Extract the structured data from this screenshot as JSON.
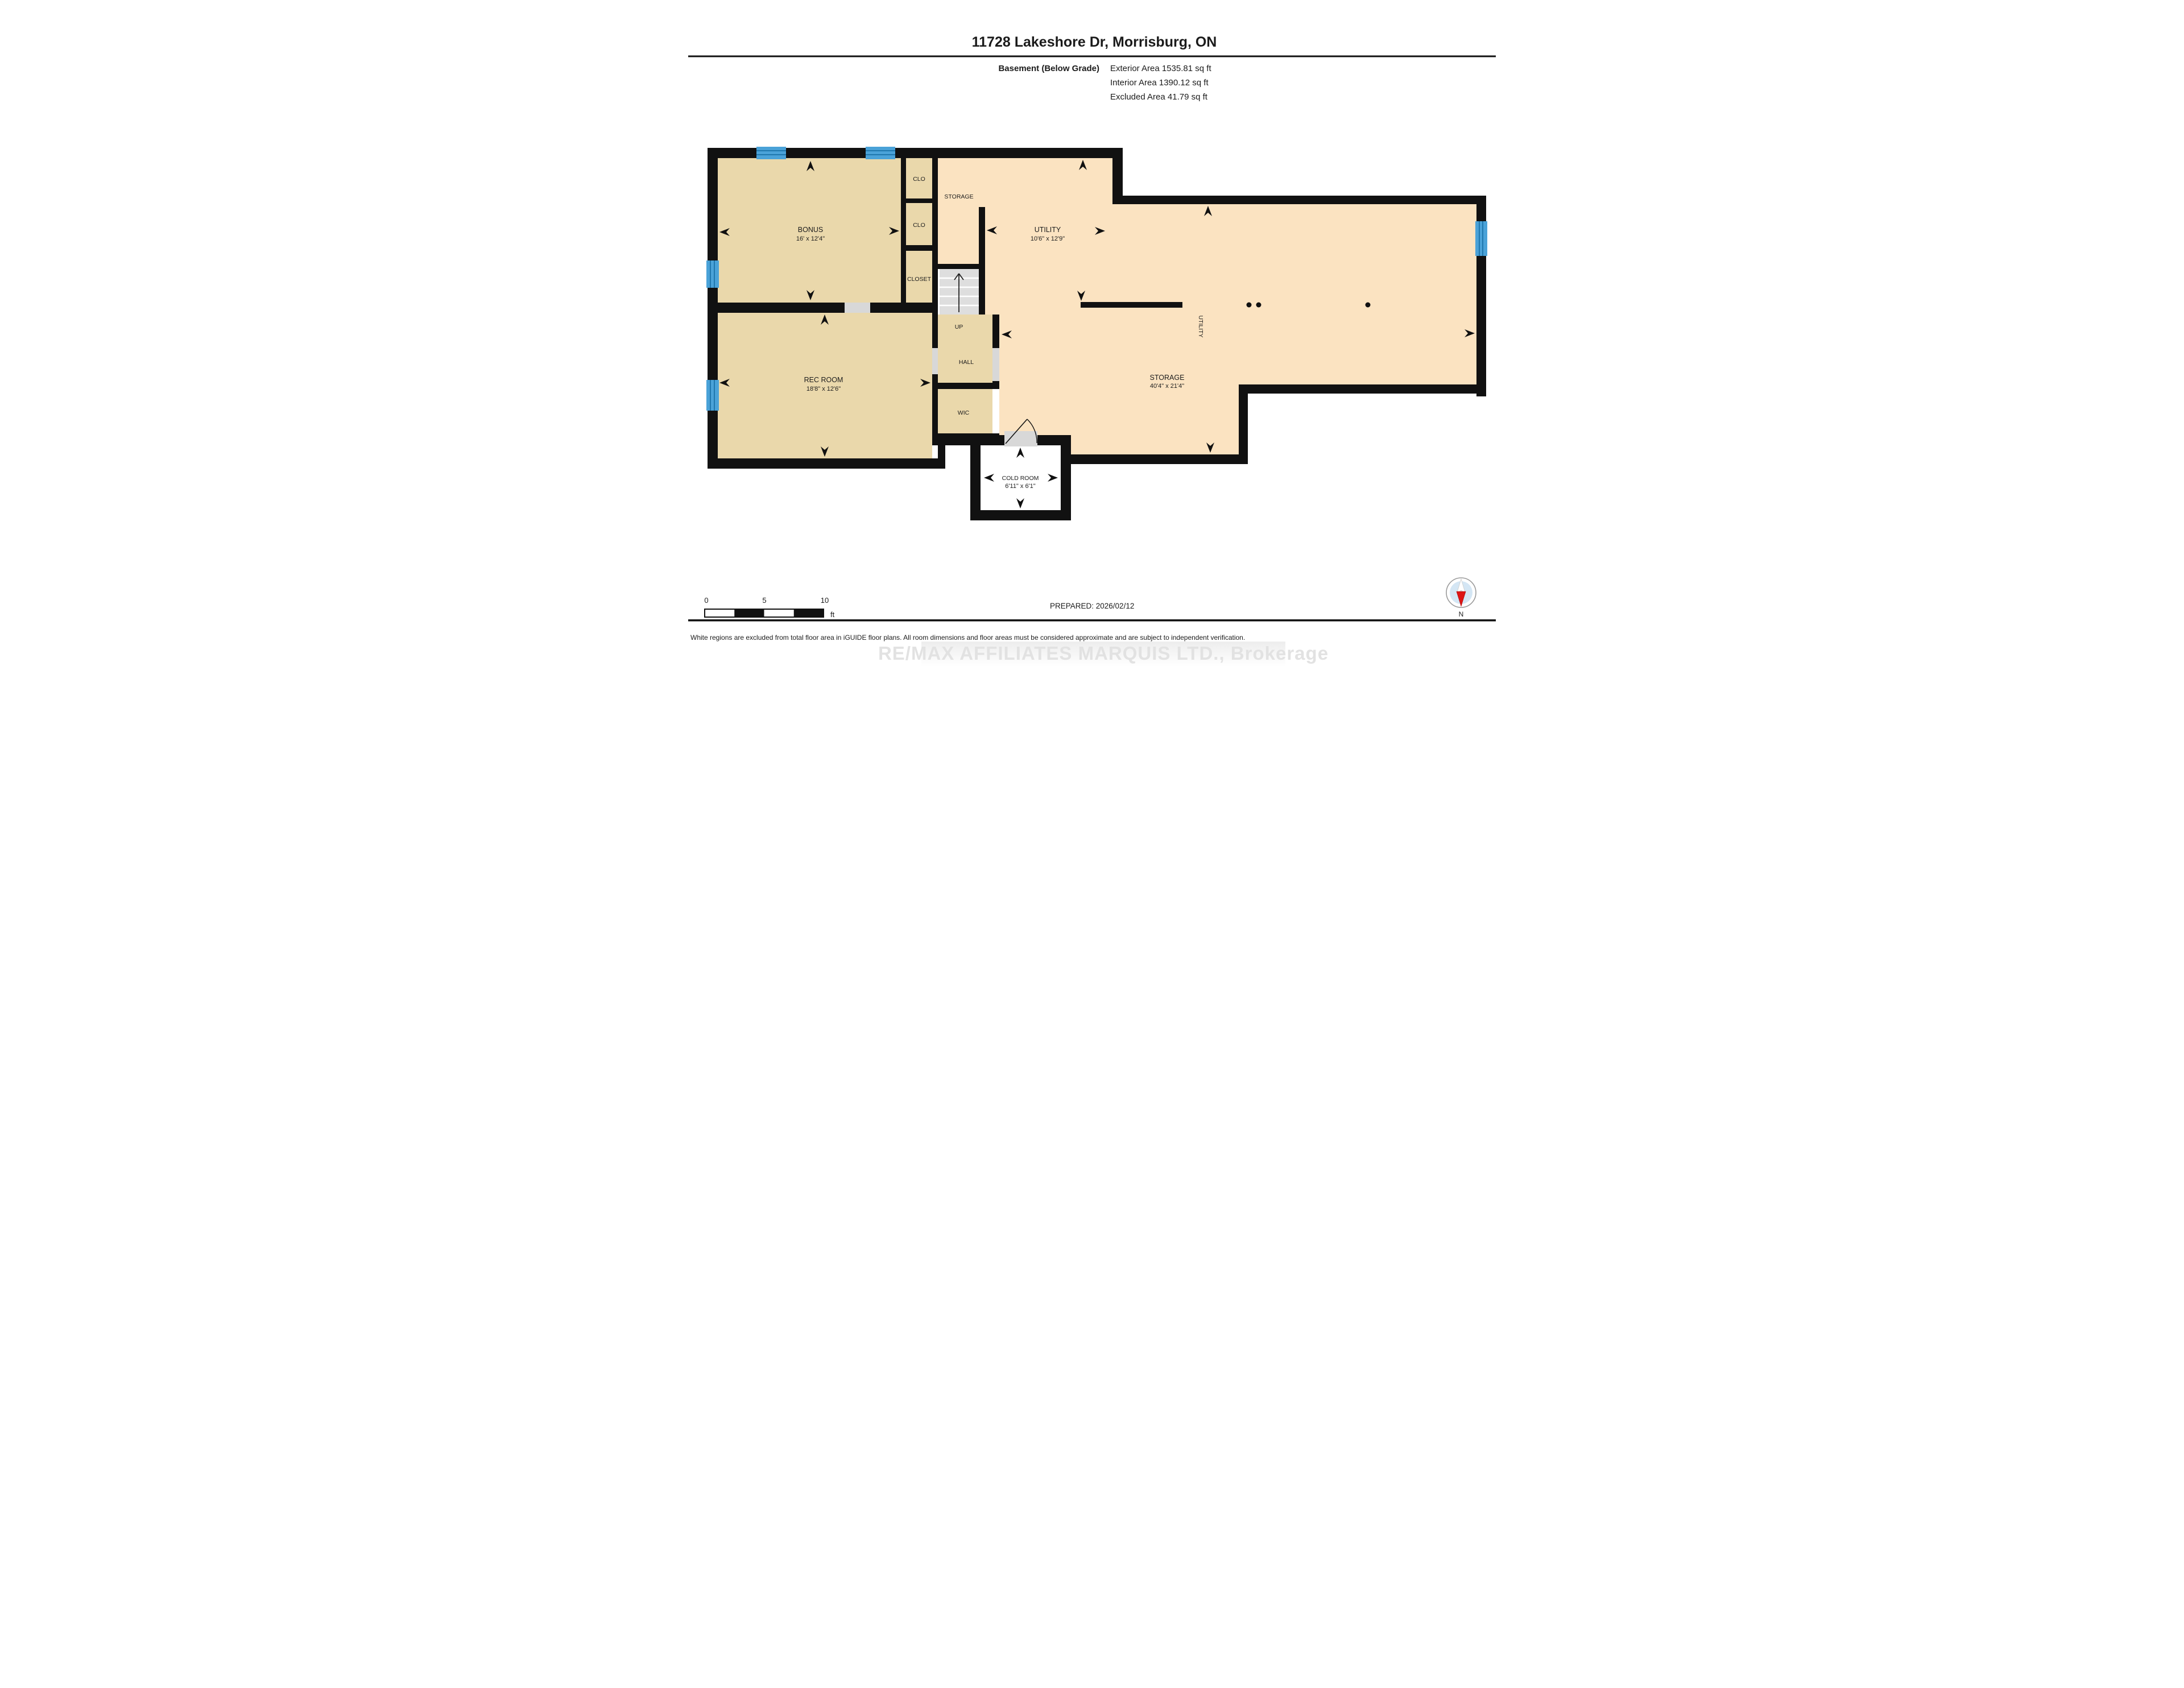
{
  "header": {
    "title": "11728 Lakeshore Dr, Morrisburg, ON",
    "floor_label": "Basement (Below Grade)",
    "areas": [
      "Exterior Area 1535.81 sq ft",
      "Interior Area 1390.12 sq ft",
      "Excluded Area 41.79 sq ft"
    ]
  },
  "rooms": {
    "bonus": {
      "name": "BONUS",
      "dims": "16' x 12'4\""
    },
    "rec": {
      "name": "REC ROOM",
      "dims": "18'8\" x 12'6\""
    },
    "utility": {
      "name": "UTILITY",
      "dims": "10'6\" x 12'9\""
    },
    "storage_big": {
      "name": "STORAGE",
      "dims": "40'4\" x 21'4\""
    },
    "cold": {
      "name": "COLD ROOM",
      "dims": "6'11\" x 6'1\""
    },
    "storage_corridor": "STORAGE",
    "utility_vertical": "UTILITY",
    "clo_top": "CLO",
    "clo_mid": "CLO",
    "closet": "CLOSET",
    "up": "UP",
    "hall": "HALL",
    "wic": "WIC"
  },
  "scalebar": {
    "t0": "0",
    "t5": "5",
    "t10": "10",
    "unit": "ft"
  },
  "prepared": "PREPARED: 2026/02/12",
  "compass": {
    "label": "N"
  },
  "footer": "White regions are excluded from total floor area in iGUIDE floor plans. All room dimensions and floor areas must be considered approximate and are subject to independent verification.",
  "watermark": "RE/MAX AFFILIATES MARQUIS LTD.,  Brokerage",
  "colors": {
    "left_block_fill": "#ead8ab",
    "right_block_fill": "#fbe3c1",
    "wall": "#111111",
    "window_blue": "#4aa2d8",
    "door_gray": "#d8d8d8",
    "stairs_gray": "#dedede",
    "excluded_white": "#ffffff",
    "compass_inner": "#d4e6f4",
    "compass_needle_red": "#dd1515"
  }
}
